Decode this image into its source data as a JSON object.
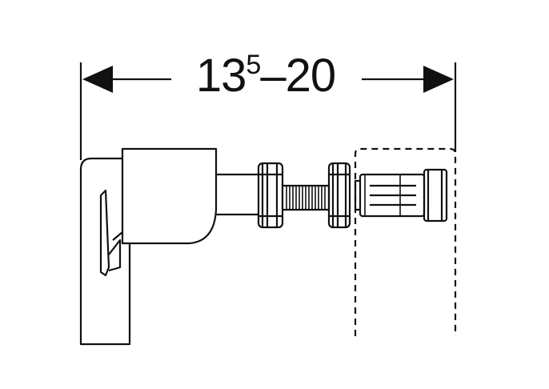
{
  "dimension": {
    "base": "13",
    "superscript": "5",
    "range_rest": "–20"
  },
  "colors": {
    "stroke": "#111111",
    "background": "#ffffff"
  }
}
